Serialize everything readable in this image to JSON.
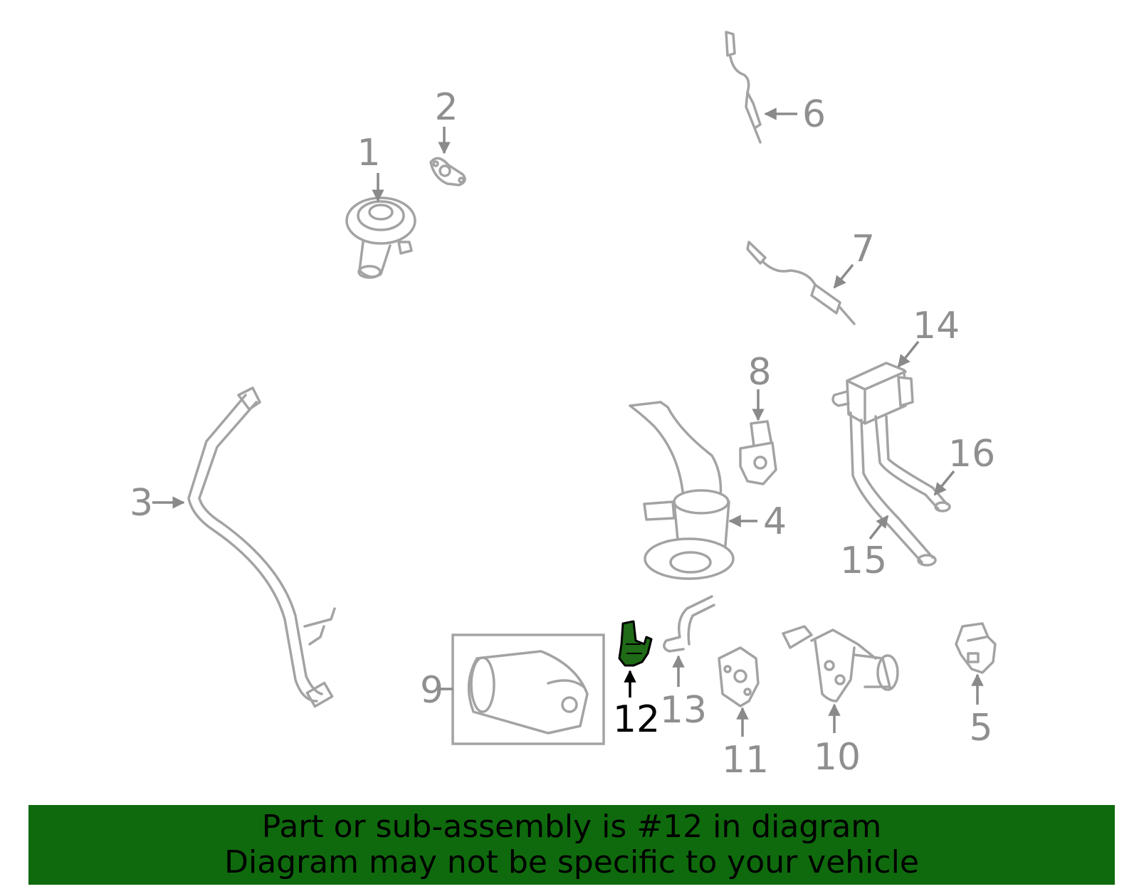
{
  "callouts": {
    "c1": "1",
    "c2": "2",
    "c3": "3",
    "c4": "4",
    "c5": "5",
    "c6": "6",
    "c7": "7",
    "c8": "8",
    "c9": "9",
    "c10": "10",
    "c11": "11",
    "c12": "12",
    "c13": "13",
    "c14": "14",
    "c15": "15",
    "c16": "16"
  },
  "highlighted_part": "12",
  "colors": {
    "part_stroke": "#a3a3a3",
    "highlight_part": "#1f6b17",
    "banner_bg": "#0f6a0d",
    "banner_text": "#000000"
  },
  "banner": {
    "line1": "Part or sub-assembly is #12 in diagram",
    "line2": "Diagram may not be specific to your vehicle"
  }
}
